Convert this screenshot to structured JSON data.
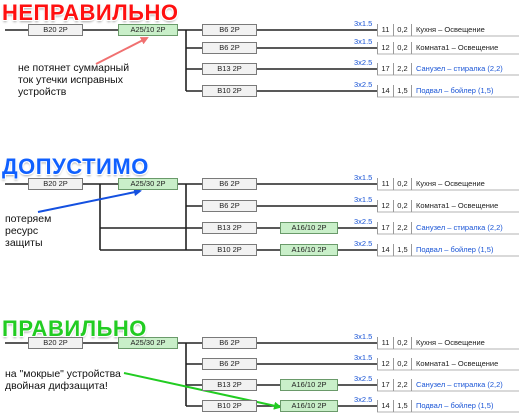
{
  "colors": {
    "wrong": "#ff1010",
    "acceptable": "#1060ff",
    "correct": "#22cc22",
    "cable_label": "#1a55d6",
    "device_green": "#c9efc9"
  },
  "sections": [
    {
      "title": "НЕПРАВИЛЬНО",
      "color": "#ff1010",
      "main_breaker": "B20 2P",
      "rcd": "A25/10 2P",
      "note": [
        "не потянет суммарный",
        "ток утечки исправных",
        "устройств"
      ],
      "arrow_color": "#f07070",
      "rows": [
        {
          "breaker": "B6 2P",
          "rcd": "",
          "cable": "3x1.5",
          "num": "11",
          "power": "0,2",
          "load": "Кухня – Освещение",
          "load_blue": false
        },
        {
          "breaker": "B6 2P",
          "rcd": "",
          "cable": "3x1.5",
          "num": "12",
          "power": "0,2",
          "load": "Комната1 – Освещение",
          "load_blue": false
        },
        {
          "breaker": "B13 2P",
          "rcd": "",
          "cable": "3x2.5",
          "num": "17",
          "power": "2,2",
          "load": "Санузел – стиралка (2,2)",
          "load_blue": true
        },
        {
          "breaker": "B10 2P",
          "rcd": "",
          "cable": "3x2.5",
          "num": "14",
          "power": "1,5",
          "load": "Подвал – бойлер (1,5)",
          "load_blue": true
        }
      ]
    },
    {
      "title": "ДОПУСТИМО",
      "color": "#1060ff",
      "main_breaker": "B20 2P",
      "rcd": "A25/30 2P",
      "note": [
        "потеряем",
        "ресурс",
        "защиты"
      ],
      "arrow_color": "#1450e0",
      "rows": [
        {
          "breaker": "B6 2P",
          "rcd": "",
          "cable": "3x1.5",
          "num": "11",
          "power": "0,2",
          "load": "Кухня – Освещение",
          "load_blue": false
        },
        {
          "breaker": "B6 2P",
          "rcd": "",
          "cable": "3x1.5",
          "num": "12",
          "power": "0,2",
          "load": "Комната1 – Освещение",
          "load_blue": false
        },
        {
          "breaker": "B13 2P",
          "rcd": "A16/10 2P",
          "cable": "3x2.5",
          "num": "17",
          "power": "2,2",
          "load": "Санузел – стиралка (2,2)",
          "load_blue": true
        },
        {
          "breaker": "B10 2P",
          "rcd": "A16/10 2P",
          "cable": "3x2.5",
          "num": "14",
          "power": "1,5",
          "load": "Подвал – бойлер (1,5)",
          "load_blue": true
        }
      ]
    },
    {
      "title": "ПРАВИЛЬНО",
      "color": "#22cc22",
      "main_breaker": "B20 2P",
      "rcd": "A25/30 2P",
      "note": [
        "на \"мокрые\" устройства",
        "двойная дифзащита!"
      ],
      "arrow_color": "#22cc22",
      "rows": [
        {
          "breaker": "B6 2P",
          "rcd": "",
          "cable": "3x1.5",
          "num": "11",
          "power": "0,2",
          "load": "Кухня – Освещение",
          "load_blue": false
        },
        {
          "breaker": "B6 2P",
          "rcd": "",
          "cable": "3x1.5",
          "num": "12",
          "power": "0,2",
          "load": "Комната1 – Освещение",
          "load_blue": false
        },
        {
          "breaker": "B13 2P",
          "rcd": "A16/10 2P",
          "cable": "3x2.5",
          "num": "17",
          "power": "2,2",
          "load": "Санузел – стиралка (2,2)",
          "load_blue": true
        },
        {
          "breaker": "B10 2P",
          "rcd": "A16/10 2P",
          "cable": "3x2.5",
          "num": "14",
          "power": "1,5",
          "load": "Подвал – бойлер (1,5)",
          "load_blue": true
        }
      ]
    }
  ]
}
